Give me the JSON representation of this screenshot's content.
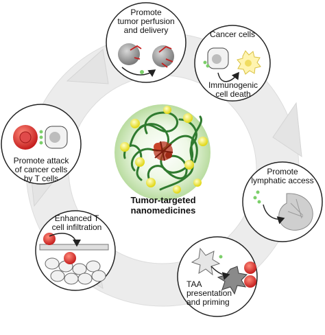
{
  "center": {
    "label_line1": "Tumor-targeted",
    "label_line2": "nanomedicines"
  },
  "steps": {
    "perfusion": {
      "line1": "Promote",
      "line2": "tumor perfusion",
      "line3": "and delivery"
    },
    "cell_death": {
      "title": "Cancer cells",
      "line1": "Immunogenic",
      "line2": "cell death"
    },
    "lymphatic": {
      "line1": "Promote",
      "line2": "lymphatic access"
    },
    "presentation": {
      "line1": "TAA",
      "line2": "presentation",
      "line3": "and priming"
    },
    "infiltration": {
      "line1": "Enhanced T",
      "line2": "cell infiltration"
    },
    "attack": {
      "line1": "Promote attack",
      "line2": "of cancer cells",
      "line3": "by T cells"
    }
  },
  "colors": {
    "arrow_ring": "#e9e9e9",
    "arrow_edge": "#d6d6d6",
    "polymer_green": "#2f7a2f",
    "nanoparticle_yellow": "#f3ef3a",
    "core_red": "#b8321c",
    "tcell_red": "#d62b2b",
    "cell_gray": "#bdbdbd"
  }
}
